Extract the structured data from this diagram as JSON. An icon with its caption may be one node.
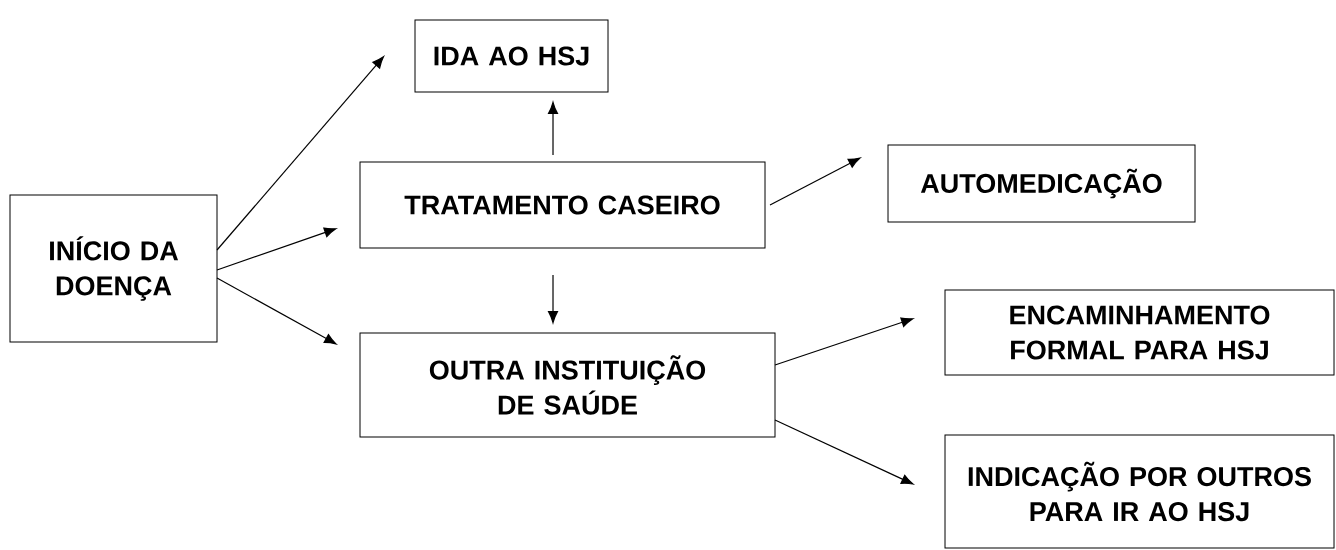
{
  "diagram": {
    "nodes": [
      {
        "text": [
          "INÍCIO DA DOENÇA"
        ]
      },
      {
        "text": [
          "IDA AO HSJ"
        ]
      },
      {
        "text": [
          "TRATAMENTO CASEIRO"
        ]
      },
      {
        "text": [
          "AUTOMEDICAÇÃO"
        ]
      },
      {
        "text": [
          "OUTRA INSTITUIÇÃO DE SAÚDE"
        ]
      },
      {
        "text": [
          "ENCAMINHAMENTO FORMAL PARA HSJ"
        ]
      },
      {
        "text": [
          "INDICAÇÃO POR OUTROS PARA IR AO HSJ"
        ]
      }
    ],
    "edges": [
      {
        "from": 0,
        "to": 1,
        "arrow": "to"
      },
      {
        "from": 0,
        "to": 2,
        "arrow": "to"
      },
      {
        "from": 0,
        "to": 4,
        "arrow": "to"
      },
      {
        "from": 2,
        "to": 1,
        "arrow": "to"
      },
      {
        "from": 2,
        "to": 3,
        "arrow": "to"
      },
      {
        "from": 2,
        "to": 4,
        "arrow": "to"
      },
      {
        "from": 4,
        "to": 5,
        "arrow": "to"
      },
      {
        "from": 4,
        "to": 6,
        "arrow": "to"
      }
    ]
  }
}
